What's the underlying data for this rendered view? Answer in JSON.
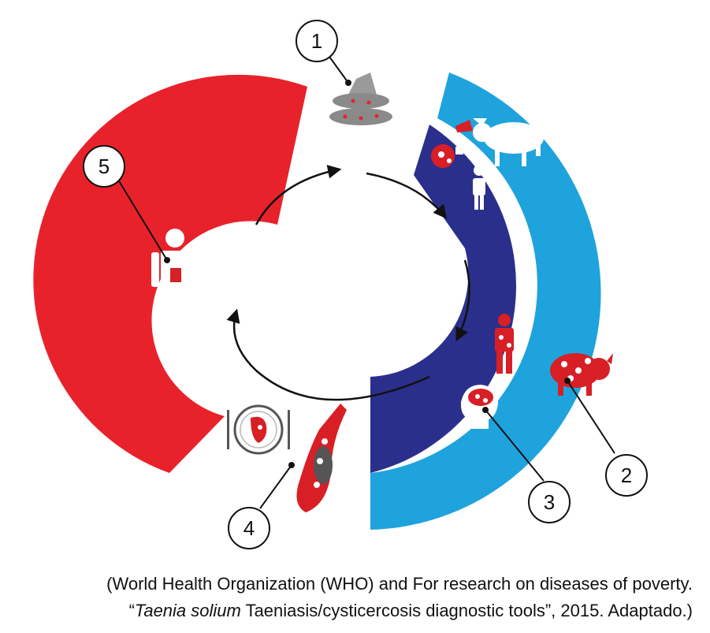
{
  "stages": [
    {
      "number": "1"
    },
    {
      "number": "2"
    },
    {
      "number": "3"
    },
    {
      "number": "4"
    },
    {
      "number": "5"
    }
  ],
  "caption": {
    "line1": "(World Health Organization (WHO) and For research on diseases of poverty.",
    "line2_open_quote": "“",
    "line2_italic": "Taenia solium",
    "line2_rest": " Taeniasis/cysticercosis diagnostic tools”, 2015. Adaptado.)"
  },
  "colors": {
    "red_arc": "#e8222b",
    "light_blue_arc": "#1fa3dd",
    "dark_blue_arc": "#2b2f8c",
    "cyst_red": "#d81f26",
    "icon_gray": "#8a8a8a"
  },
  "icons": [
    "feces-icon",
    "pig-icon",
    "human-icon",
    "brain-icon",
    "meat-icon",
    "plate-icon"
  ]
}
